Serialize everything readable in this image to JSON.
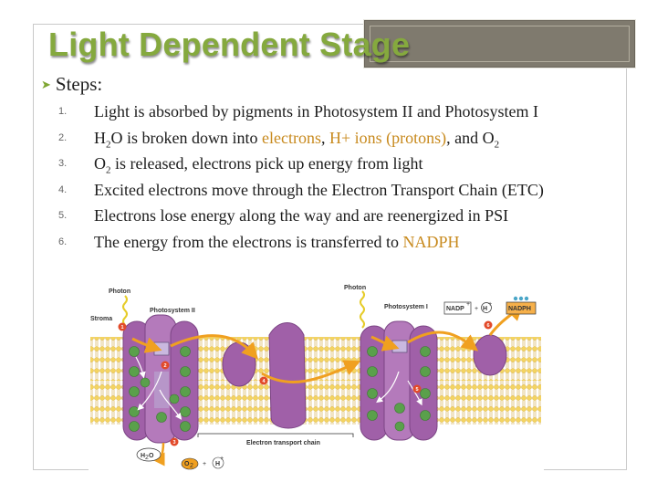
{
  "slide": {
    "title": "Light Dependent Stage",
    "steps_heading": "Steps:",
    "steps": [
      {
        "num": "1.",
        "parts": [
          {
            "t": "Light is absorbed by pigments in Photosystem II and Photosystem I"
          }
        ]
      },
      {
        "num": "2.",
        "parts": [
          {
            "t": "H"
          },
          {
            "t": "2",
            "sub": true
          },
          {
            "t": "O is broken down into "
          },
          {
            "t": "electrons",
            "hl": true
          },
          {
            "t": ", "
          },
          {
            "t": "H+ ions (protons)",
            "hl": true
          },
          {
            "t": ", and O"
          },
          {
            "t": "2",
            "sub": true
          }
        ]
      },
      {
        "num": "3.",
        "parts": [
          {
            "t": "O"
          },
          {
            "t": "2",
            "sub": true
          },
          {
            "t": " is released, electrons pick up energy from light"
          }
        ]
      },
      {
        "num": "4.",
        "parts": [
          {
            "t": "Excited electrons move through the Electron Transport Chain (ETC)"
          }
        ]
      },
      {
        "num": "5.",
        "parts": [
          {
            "t": "Electrons lose energy along the way and are reenergized in PSI"
          }
        ]
      },
      {
        "num": "6.",
        "parts": [
          {
            "t": "The energy from the electrons is transferred to "
          },
          {
            "t": "NADPH",
            "hl": true
          }
        ]
      }
    ]
  },
  "figure": {
    "labels": {
      "photon_left": "Photon",
      "photon_right": "Photon",
      "photosystem_ii": "Photosystem II",
      "photosystem_i": "Photosystem I",
      "stroma": "Stroma",
      "nadp": "NADP",
      "nadp_plus": "+",
      "plus1": "+",
      "h_ion": "H",
      "h_plus": "+",
      "nadph": "NADPH",
      "etc": "Electron transport chain",
      "water": "H",
      "water_sub": "2",
      "water_o": "O",
      "oxygen": "O",
      "oxygen_sub": "2",
      "plus2": "+",
      "h_ion_bottom": "H",
      "h_plus_bottom": "+"
    },
    "step_markers": [
      "1",
      "2",
      "3",
      "4",
      "5",
      "6"
    ]
  },
  "colors": {
    "title": "#85a93e",
    "highlight": "#c88a1e",
    "protein": "#a060a8",
    "electron": "#5aa04b",
    "arrow": "#f0a020",
    "membrane": "#f2d675"
  }
}
